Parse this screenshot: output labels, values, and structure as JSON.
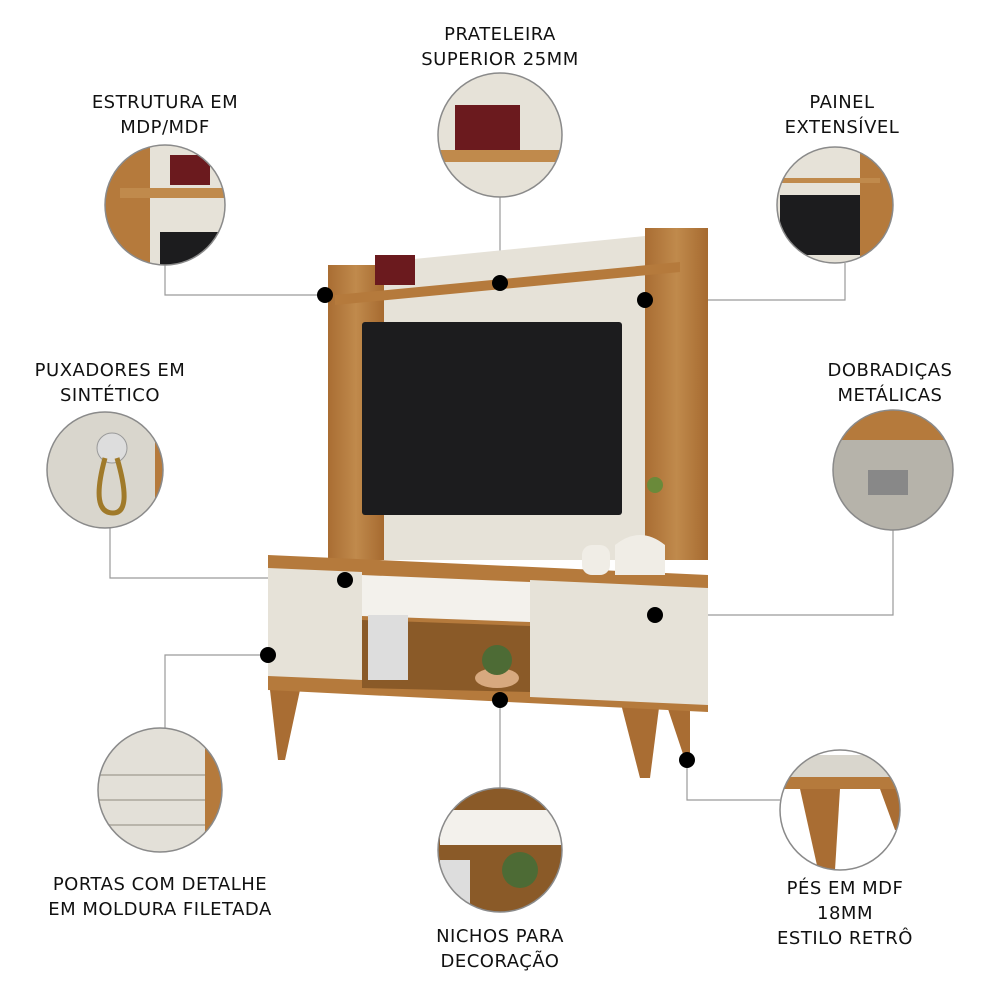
{
  "callouts": {
    "shelf": [
      "PRATELEIRA",
      "SUPERIOR 25MM"
    ],
    "structure": [
      "ESTRUTURA EM",
      "MDP/MDF"
    ],
    "panel": [
      "PAINEL",
      "EXTENSÍVEL"
    ],
    "handles": [
      "PUXADORES EM",
      "SINTÉTICO"
    ],
    "hinges": [
      "DOBRADIÇAS",
      "METÁLICAS"
    ],
    "doors": [
      "PORTAS COM DETALHE",
      "EM MOLDURA FILETADA"
    ],
    "niches": [
      "NICHOS PARA",
      "DECORAÇÃO"
    ],
    "feet": [
      "PÉS EM MDF",
      "18MM",
      "ESTILO RETRÔ"
    ]
  },
  "colors": {
    "wood": "#b57a3c",
    "cream": "#e6e2d8",
    "tv": "#1c1c1e",
    "line": "#9a9a9a",
    "dot": "#000000"
  }
}
